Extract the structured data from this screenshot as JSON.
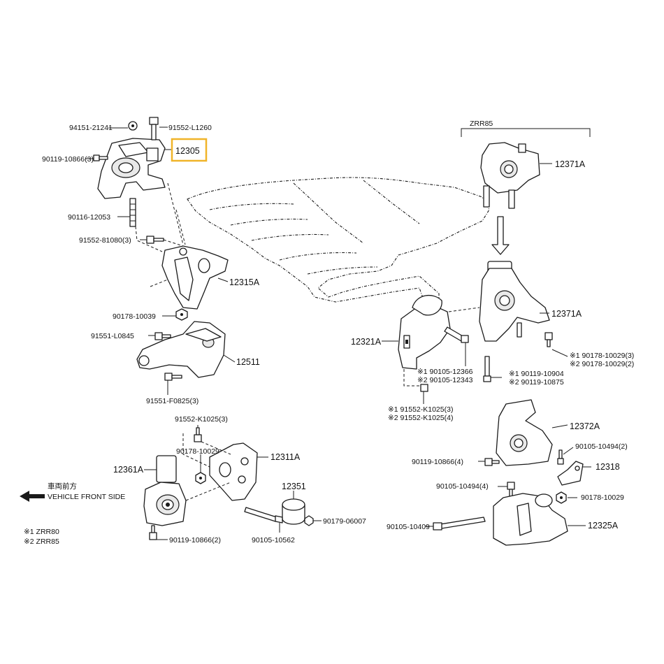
{
  "highlight_color": "#f0b429",
  "labels": {
    "l94151": "94151-21241",
    "l91552_L1260": "91552-L1260",
    "l90119_10866_3": "90119-10866(3)",
    "l12305": "12305",
    "l90116": "90116-12053",
    "l91552_81080": "91552-81080(3)",
    "l12315A": "12315A",
    "l90178_10039": "90178-10039",
    "l91551_L0845": "91551-L0845",
    "l12511": "12511",
    "l91551_F0825": "91551-F0825(3)",
    "l91552_K1025_3a": "91552-K1025(3)",
    "l90178_10029a": "90178-10029",
    "l12311A": "12311A",
    "l12361A": "12361A",
    "l12351": "12351",
    "l90179_06007": "90179-06007",
    "l90119_10866_2": "90119-10866(2)",
    "l90105_10562": "90105-10562",
    "zrr85_top": "ZRR85",
    "l12371A_top": "12371A",
    "l12371A_mid": "12371A",
    "l12321A": "12321A",
    "n1_90178_10029_3": "※1  90178-10029(3)",
    "n2_90178_10029_2": "※2  90178-10029(2)",
    "n1_90105_12366": "※1  90105-12366",
    "n2_90105_12343": "※2  90105-12343",
    "n1_90119_10904": "※1  90119-10904",
    "n2_90119_10875": "※2  90119-10875",
    "n1_91552_K1025_3": "※1  91552-K1025(3)",
    "n2_91552_K1025_4": "※2  91552-K1025(4)",
    "l12372A": "12372A",
    "l90105_10494_2": "90105-10494(2)",
    "l90119_10866_4": "90119-10866(4)",
    "l12318": "12318",
    "l90105_10494_4": "90105-10494(4)",
    "l90178_10029b": "90178-10029",
    "l90105_10409": "90105-10409",
    "l12325A": "12325A"
  },
  "legend": {
    "direction_jp": "車両前方",
    "direction_en": "VEHICLE FRONT SIDE",
    "note1": "※1 ZRR80",
    "note2": "※2 ZRR85"
  }
}
